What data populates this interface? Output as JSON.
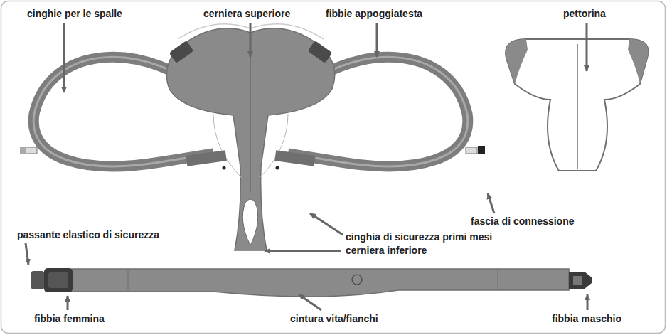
{
  "diagram": {
    "labels": [
      "cinghie per le spalle",
      "cerniera superiore",
      "fibbie appoggiatesta",
      "pettorina",
      "fascia di connessione",
      "passante elastico di sicurezza",
      "cinghia di sicurezza primi mesi",
      "cerniera inferiore",
      "fibbia femmina",
      "cintura vita/fianchi",
      "fibbia maschio"
    ]
  }
}
